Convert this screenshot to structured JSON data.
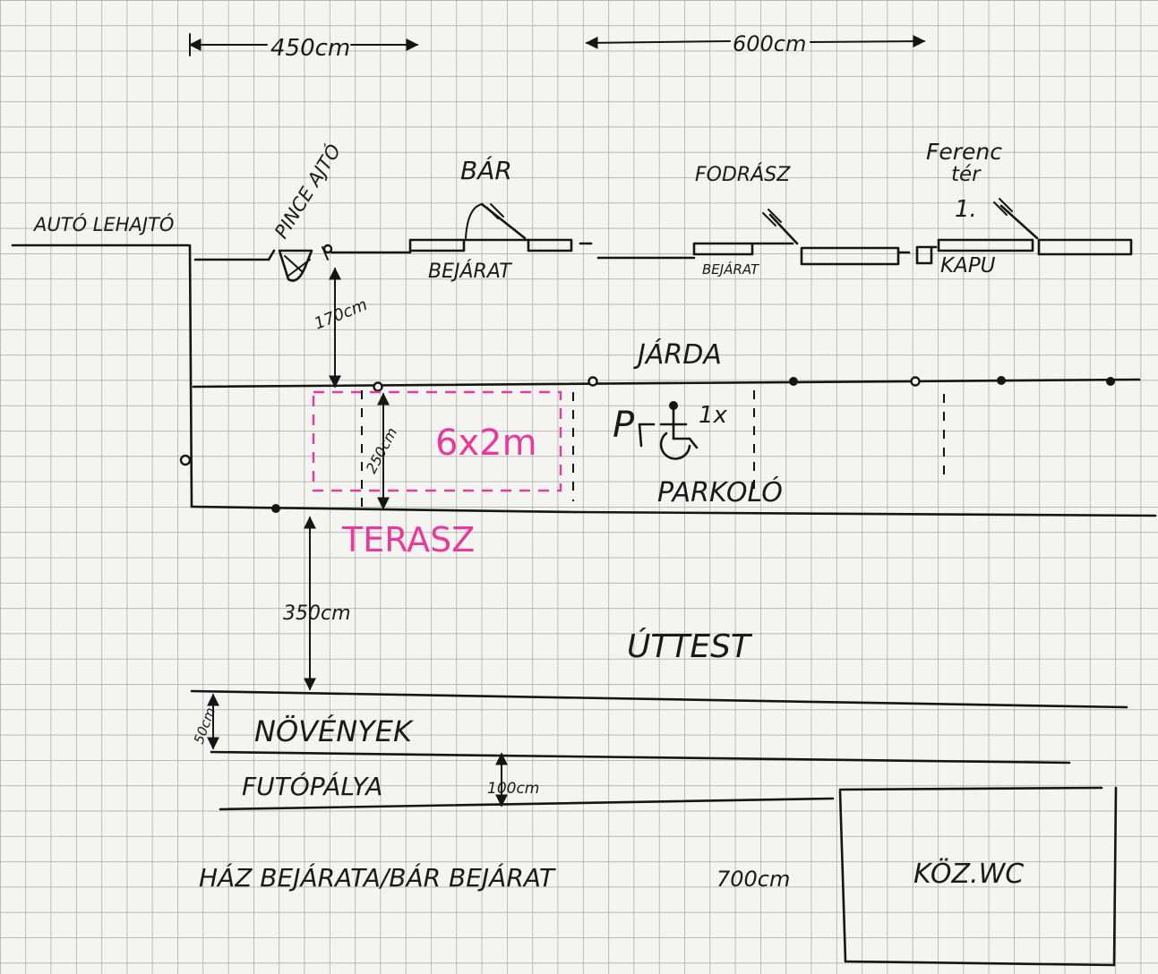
{
  "labels": {
    "dim_top_left": "450cm",
    "dim_top_right": "600cm",
    "auto_lehajto": "AUTÓ LEHAJTÓ",
    "pince_ajto": "PINCE AJTÓ",
    "bar": "BÁR",
    "bejarat_bar": "BEJÁRAT",
    "fodrasz": "FODRÁSZ",
    "bejarat_fodrasz": "BEJÁRAT",
    "ferenc_ter_1": "Ferenc",
    "ferenc_ter_2": "tér",
    "ferenc_ter_3": "1.",
    "kapu": "KAPU",
    "dim_170": "170cm",
    "jarda": "JÁRDA",
    "p_sign": "P",
    "one_x": "1x",
    "dim_250": "250cm",
    "terasz_size": "6x2m",
    "parkolo": "PARKOLÓ",
    "terasz": "TERASZ",
    "dim_350": "350cm",
    "uttest": "ÚTTEST",
    "dim_50": "50cm",
    "novenyek": "NÖVÉNYEK",
    "futopalya": "FUTÓPÁLYA",
    "dim_100": "100cm",
    "haz_bejarata": "HÁZ BEJÁRATA/BÁR BEJÁRAT",
    "dim_700": "700cm",
    "koz_wc": "KÖZ.WC"
  },
  "colors": {
    "ink": "#151515",
    "terrace": "#e83a9c",
    "paper": "#f4f4f1",
    "grid": "#9c9c9c"
  }
}
